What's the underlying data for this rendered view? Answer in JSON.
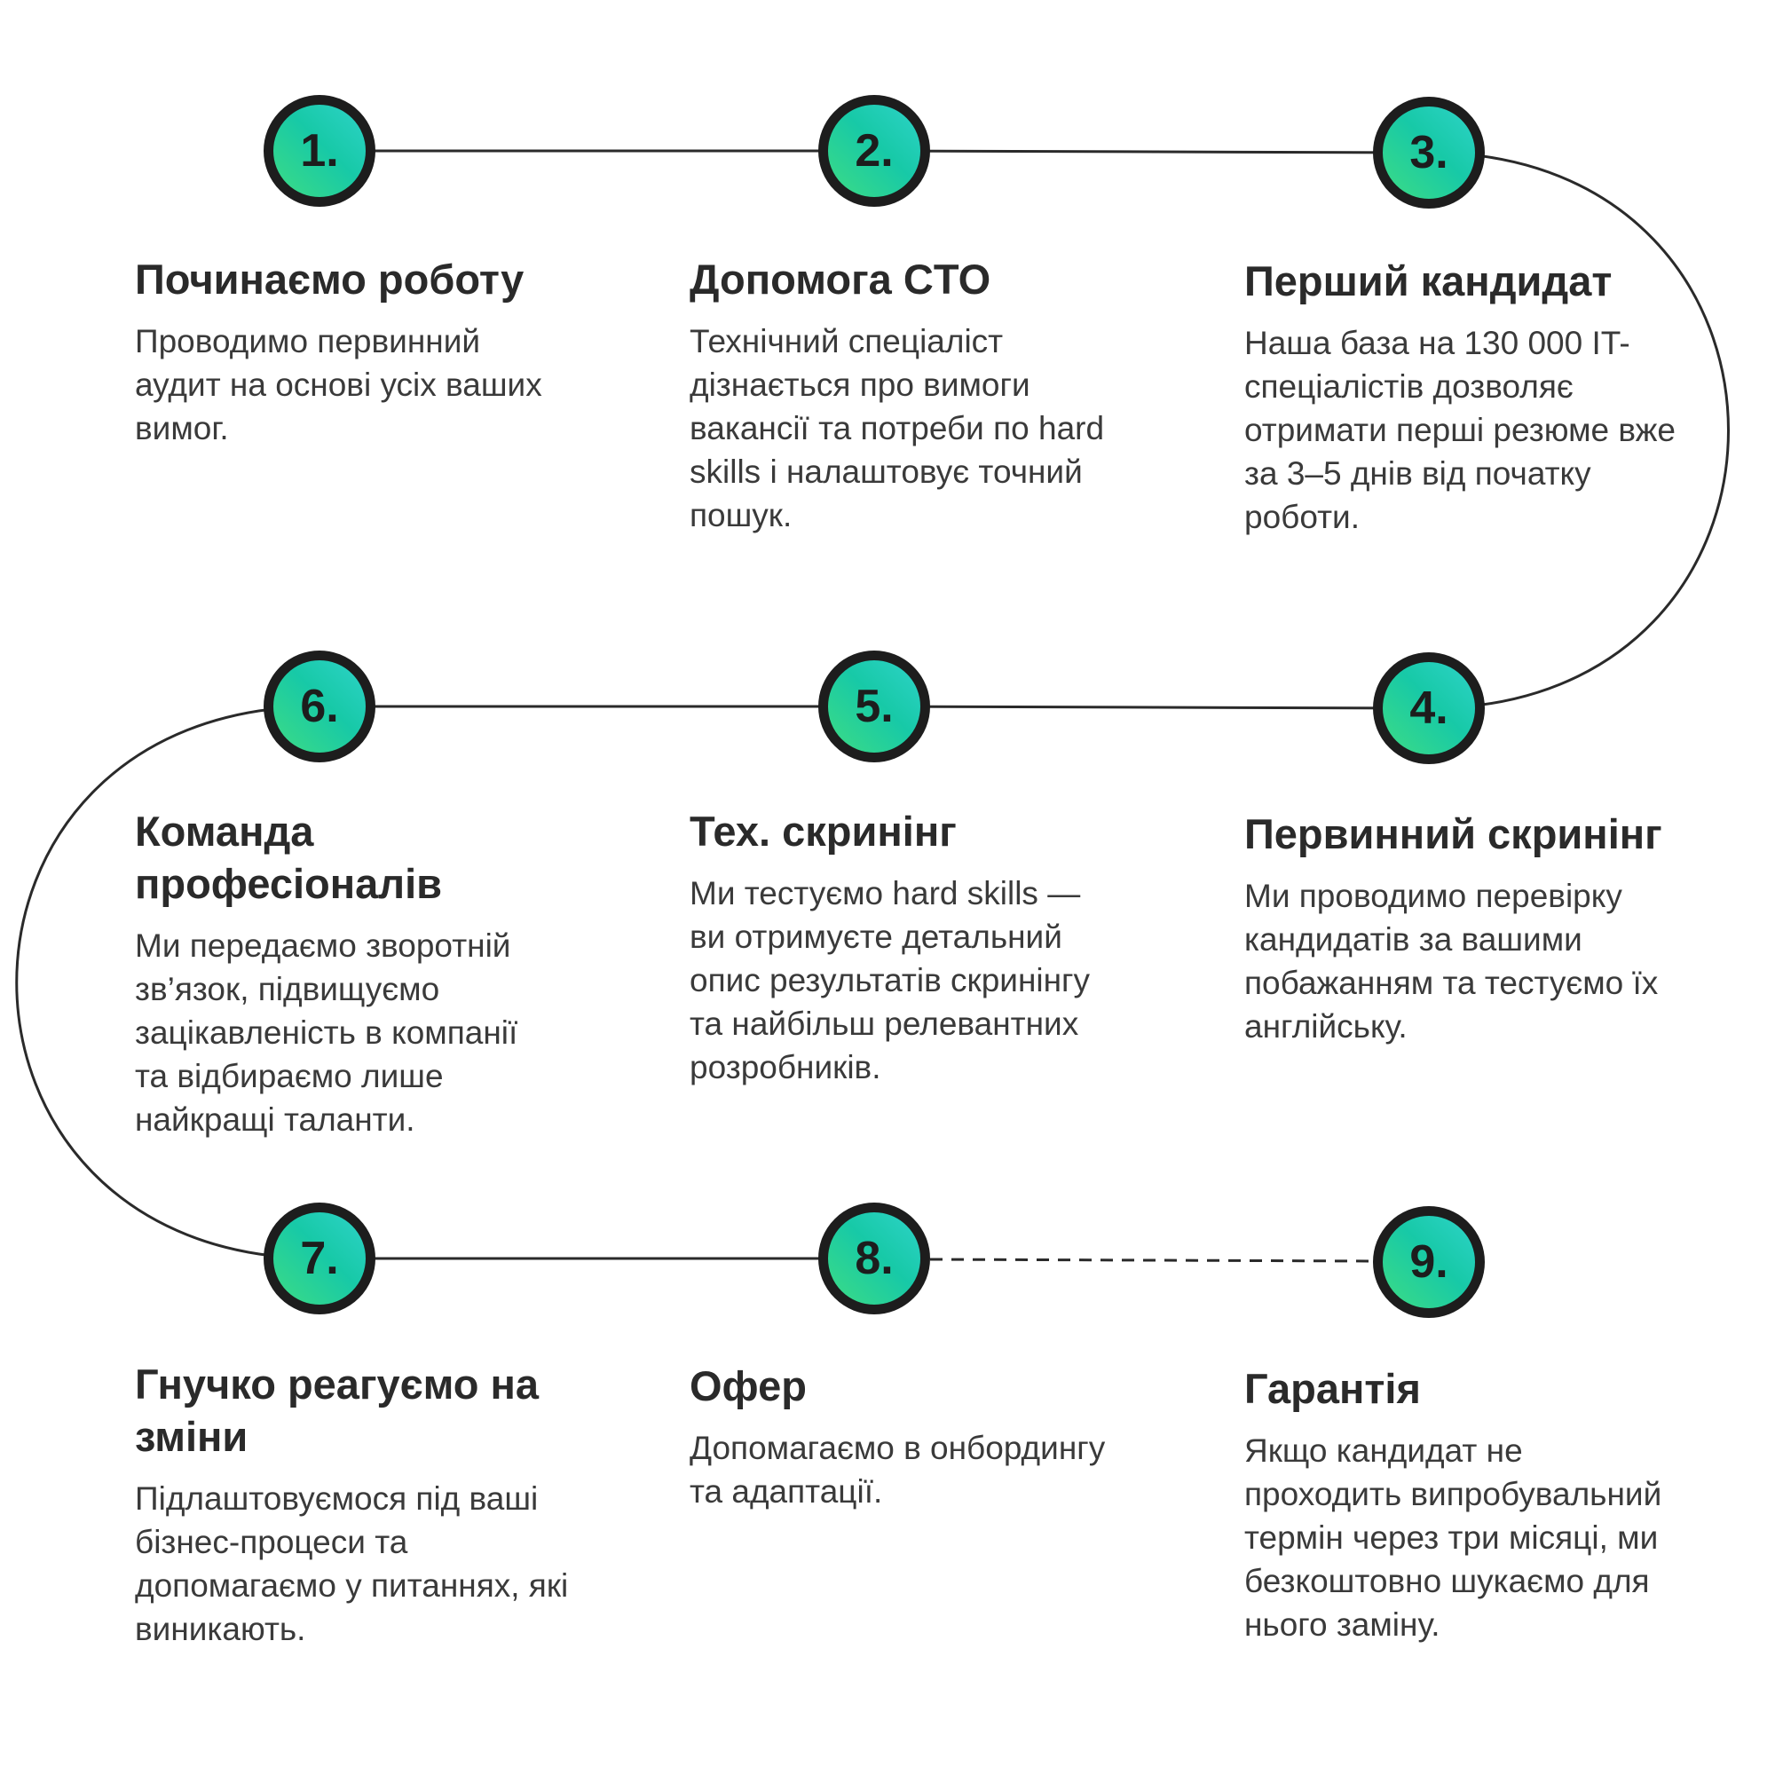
{
  "steps": [
    {
      "number": "1.",
      "title": "Починаємо роботу",
      "description": "Проводимо первинний аудит на основі усіх ваших вимог."
    },
    {
      "number": "2.",
      "title": "Допомога CTO",
      "description": "Технічний спеціаліст дізнається про вимоги вакансії та потреби по hard skills і налаштовує точний пошук."
    },
    {
      "number": "3.",
      "title": "Перший кандидат",
      "description": "Наша база на 130 000 IT-спеціалістів дозволяє отримати перші резюме вже за 3–5 днів від початку роботи."
    },
    {
      "number": "4.",
      "title": "Первинний скринінг",
      "description": "Ми проводимо перевірку кандидатів за вашими побажанням та тестуємо їх англійську."
    },
    {
      "number": "5.",
      "title": "Тех. скринінг",
      "description": "Ми тестуємо hard skills — ви отримуєте детальний опис результатів скринінгу та найбільш релевантних розробників."
    },
    {
      "number": "6.",
      "title": "Команда професіоналів",
      "description": "Ми передаємо зворотній зв’язок, підвищуємо зацікавленість в компанії та відбираємо лише найкращі таланти."
    },
    {
      "number": "7.",
      "title": "Гнучко реагуємо на зміни",
      "description": "Підлаштовуємося під ваші бізнес-процеси та допомагаємо у питаннях, які виникають."
    },
    {
      "number": "8.",
      "title": "Офер",
      "description": "Допомагаємо в онбордингу та адаптації."
    },
    {
      "number": "9.",
      "title": "Гарантія",
      "description": "Якщо кандидат не проходить випробувальний термін через три місяці, ми безкоштовно шукаємо для нього заміну."
    }
  ],
  "colors": {
    "circle_gradient_start": "#3ddc84",
    "circle_gradient_end": "#2ed3c8",
    "outline": "#1d1d1d",
    "connector": "#2a2a2a"
  }
}
